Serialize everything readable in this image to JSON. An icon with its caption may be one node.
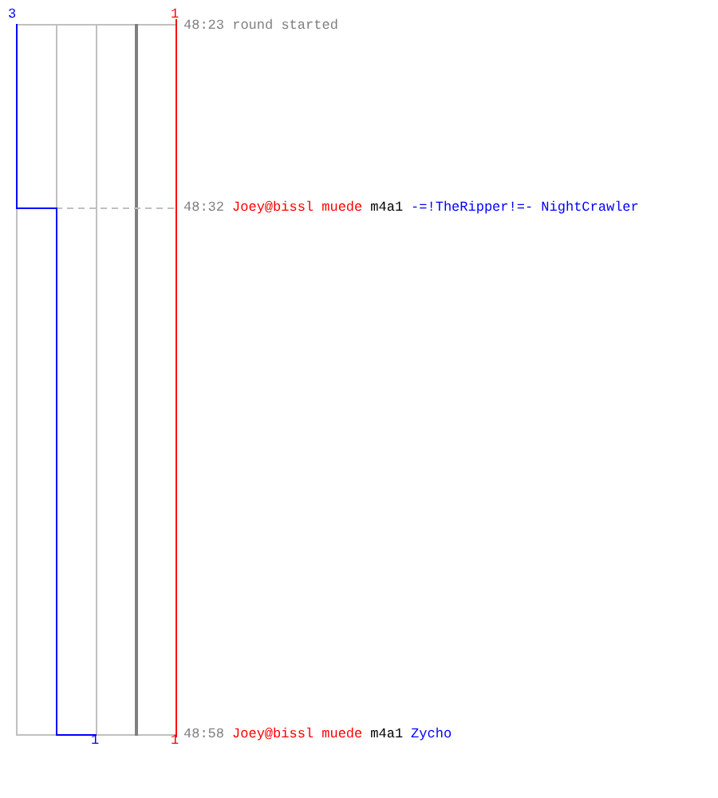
{
  "diagram": {
    "labels": [
      "3",
      "1",
      "48:23 round started",
      "48:32",
      "Joey@bissl muede",
      "m4a1",
      "-=!TheRipper!=- NightCrawler",
      "48:58",
      "Joey@bissl muede",
      "m4a1",
      "Zycho",
      "1",
      "1"
    ]
  }
}
